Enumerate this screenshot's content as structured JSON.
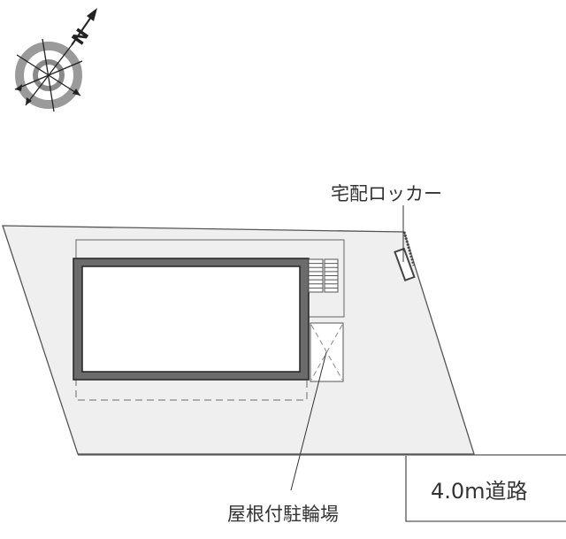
{
  "diagram": {
    "type": "site-plan",
    "compass": {
      "label": "N",
      "icon": "north-arrow-compass-icon"
    },
    "labels": {
      "delivery_locker": "宅配ロッカー",
      "covered_bicycle_parking": "屋根付駐輪場",
      "road": "4.0m道路"
    },
    "colors": {
      "lot_fill": "#efefef",
      "lot_stroke": "#555555",
      "building_wall": "#6b6b6b",
      "building_outline": "#222222",
      "text": "#333333",
      "compass_ring": "#9a9a9a"
    }
  }
}
